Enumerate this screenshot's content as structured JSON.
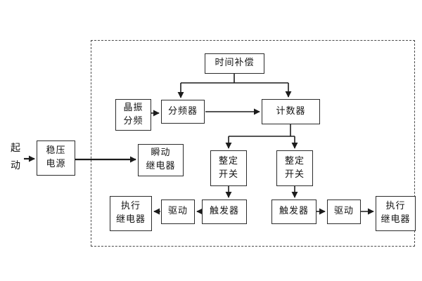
{
  "colors": {
    "background": "#ffffff",
    "line": "#1c1c1c",
    "box_border": "#2b2b2b"
  },
  "start": {
    "line1": "起",
    "line2": "动"
  },
  "boxes": {
    "power_supply": {
      "line1": "稳压",
      "line2": "电源"
    },
    "time_compensation": {
      "label": "时间补偿"
    },
    "crystal_osc": {
      "line1": "晶振",
      "line2": "分频"
    },
    "frequency_divider": {
      "label": "分频器"
    },
    "counter": {
      "label": "计数器"
    },
    "instant_relay": {
      "line1": "瞬动",
      "line2": "继电器"
    },
    "setting_switch_left": {
      "line1": "整定",
      "line2": "开关"
    },
    "setting_switch_right": {
      "line1": "整定",
      "line2": "开关"
    },
    "trigger_left": {
      "label": "触发器"
    },
    "trigger_right": {
      "label": "触发器"
    },
    "drive_left": {
      "label": "驱动"
    },
    "drive_right": {
      "label": "驱动"
    },
    "exec_relay_left": {
      "line1": "执行",
      "line2": "继电器"
    },
    "exec_relay_right": {
      "line1": "执行",
      "line2": "继电器"
    }
  }
}
